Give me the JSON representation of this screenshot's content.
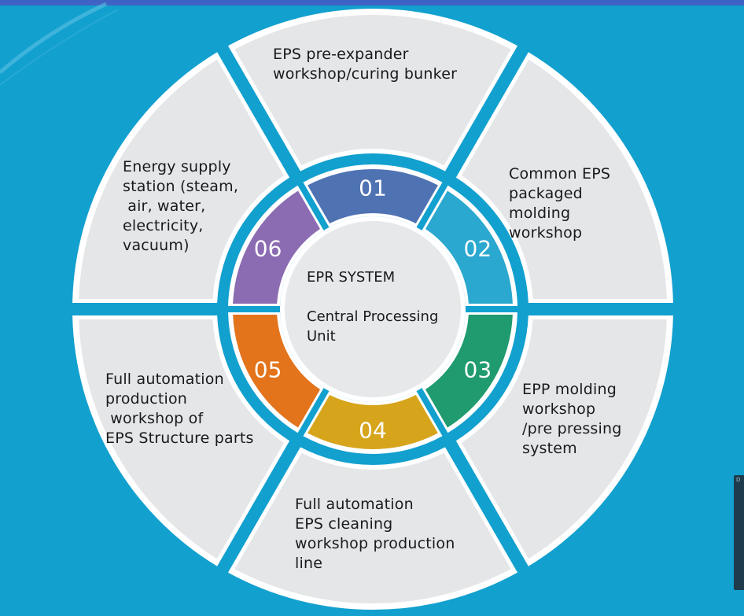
{
  "center": {
    "title": "EPR SYSTEM",
    "subtitle": "Central Processing\nUnit"
  },
  "segments": [
    {
      "number": "01",
      "label": "EPS pre-expander\nworkshop/curing bunker",
      "color": "#4f72b3"
    },
    {
      "number": "02",
      "label": "Common EPS\npackaged\nmolding\nworkshop",
      "color": "#2aa8cf"
    },
    {
      "number": "03",
      "label": "EPP molding\nworkshop\n/pre pressing\nsystem",
      "color": "#1f9b6f"
    },
    {
      "number": "04",
      "label": "Full automation\nEPS cleaning\nworkshop production\nline",
      "color": "#d6a51c"
    },
    {
      "number": "05",
      "label": "Full automation\nproduction\n workshop of\nEPS Structure parts",
      "color": "#e3741c"
    },
    {
      "number": "06",
      "label": "Energy supply\nstation (steam,\n air, water,\nelectricity,\nvacuum)",
      "color": "#8b6cb2"
    }
  ],
  "colors": {
    "background": "#12a0cf",
    "outer_segment": "#e4e6e8",
    "outer_border": "#ffffff",
    "center_fill": "#e6e8ea"
  },
  "side_widget": {
    "label": "D"
  }
}
